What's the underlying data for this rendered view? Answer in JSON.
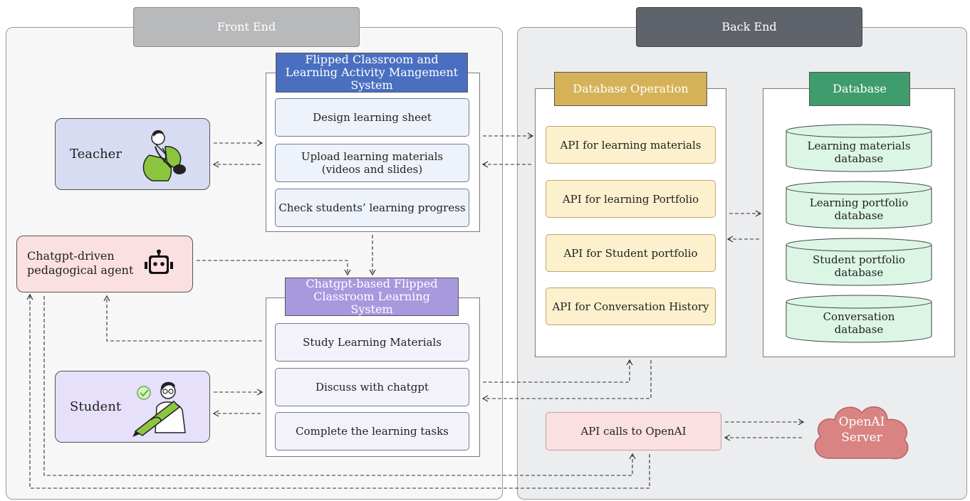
{
  "sections": {
    "front_end": "Front End",
    "back_end": "Back End"
  },
  "management_system": {
    "title": "Flipped Classroom and Learning Activity Mangement System",
    "items": [
      "Design learning sheet",
      "Upload learning materials (videos and slides)",
      "Check students’ learning progress"
    ]
  },
  "learning_system": {
    "title": "Chatgpt-based Flipped Classroom Learning System",
    "items": [
      "Study Learning Materials",
      "Discuss with chatgpt",
      "Complete the learning tasks"
    ]
  },
  "actors": {
    "teacher": "Teacher",
    "agent": "Chatgpt-driven pedagogical agent",
    "student": "Student"
  },
  "database_operation": {
    "title": "Database Operation",
    "items": [
      "API for learning materials",
      "API for learning Portfolio",
      "API for Student portfolio",
      "API for Conversation History"
    ]
  },
  "database": {
    "title": "Database",
    "items": [
      "Learning materials database",
      "Learning portfolio database",
      "Student portfolio database",
      "Conversation database"
    ]
  },
  "openai_api": "API calls to OpenAI",
  "openai_server": "OpenAI Server",
  "icons": [
    "teacher-illustration-icon",
    "robot-icon",
    "student-illustration-icon",
    "cloud-icon"
  ],
  "colors": {
    "front_end_header": "#b8b9bb",
    "back_end_header": "#5f636c",
    "management_header": "#4a6fc1",
    "learning_header": "#a898de",
    "db_op_header": "#d5b257",
    "database_header": "#3f9c6c",
    "teacher_fill": "#d7dcf2",
    "agent_fill": "#fbe0e1",
    "student_fill": "#e7e0fb",
    "cylinder_fill": "#dcf6e6",
    "cloud_fill": "#d98383"
  }
}
